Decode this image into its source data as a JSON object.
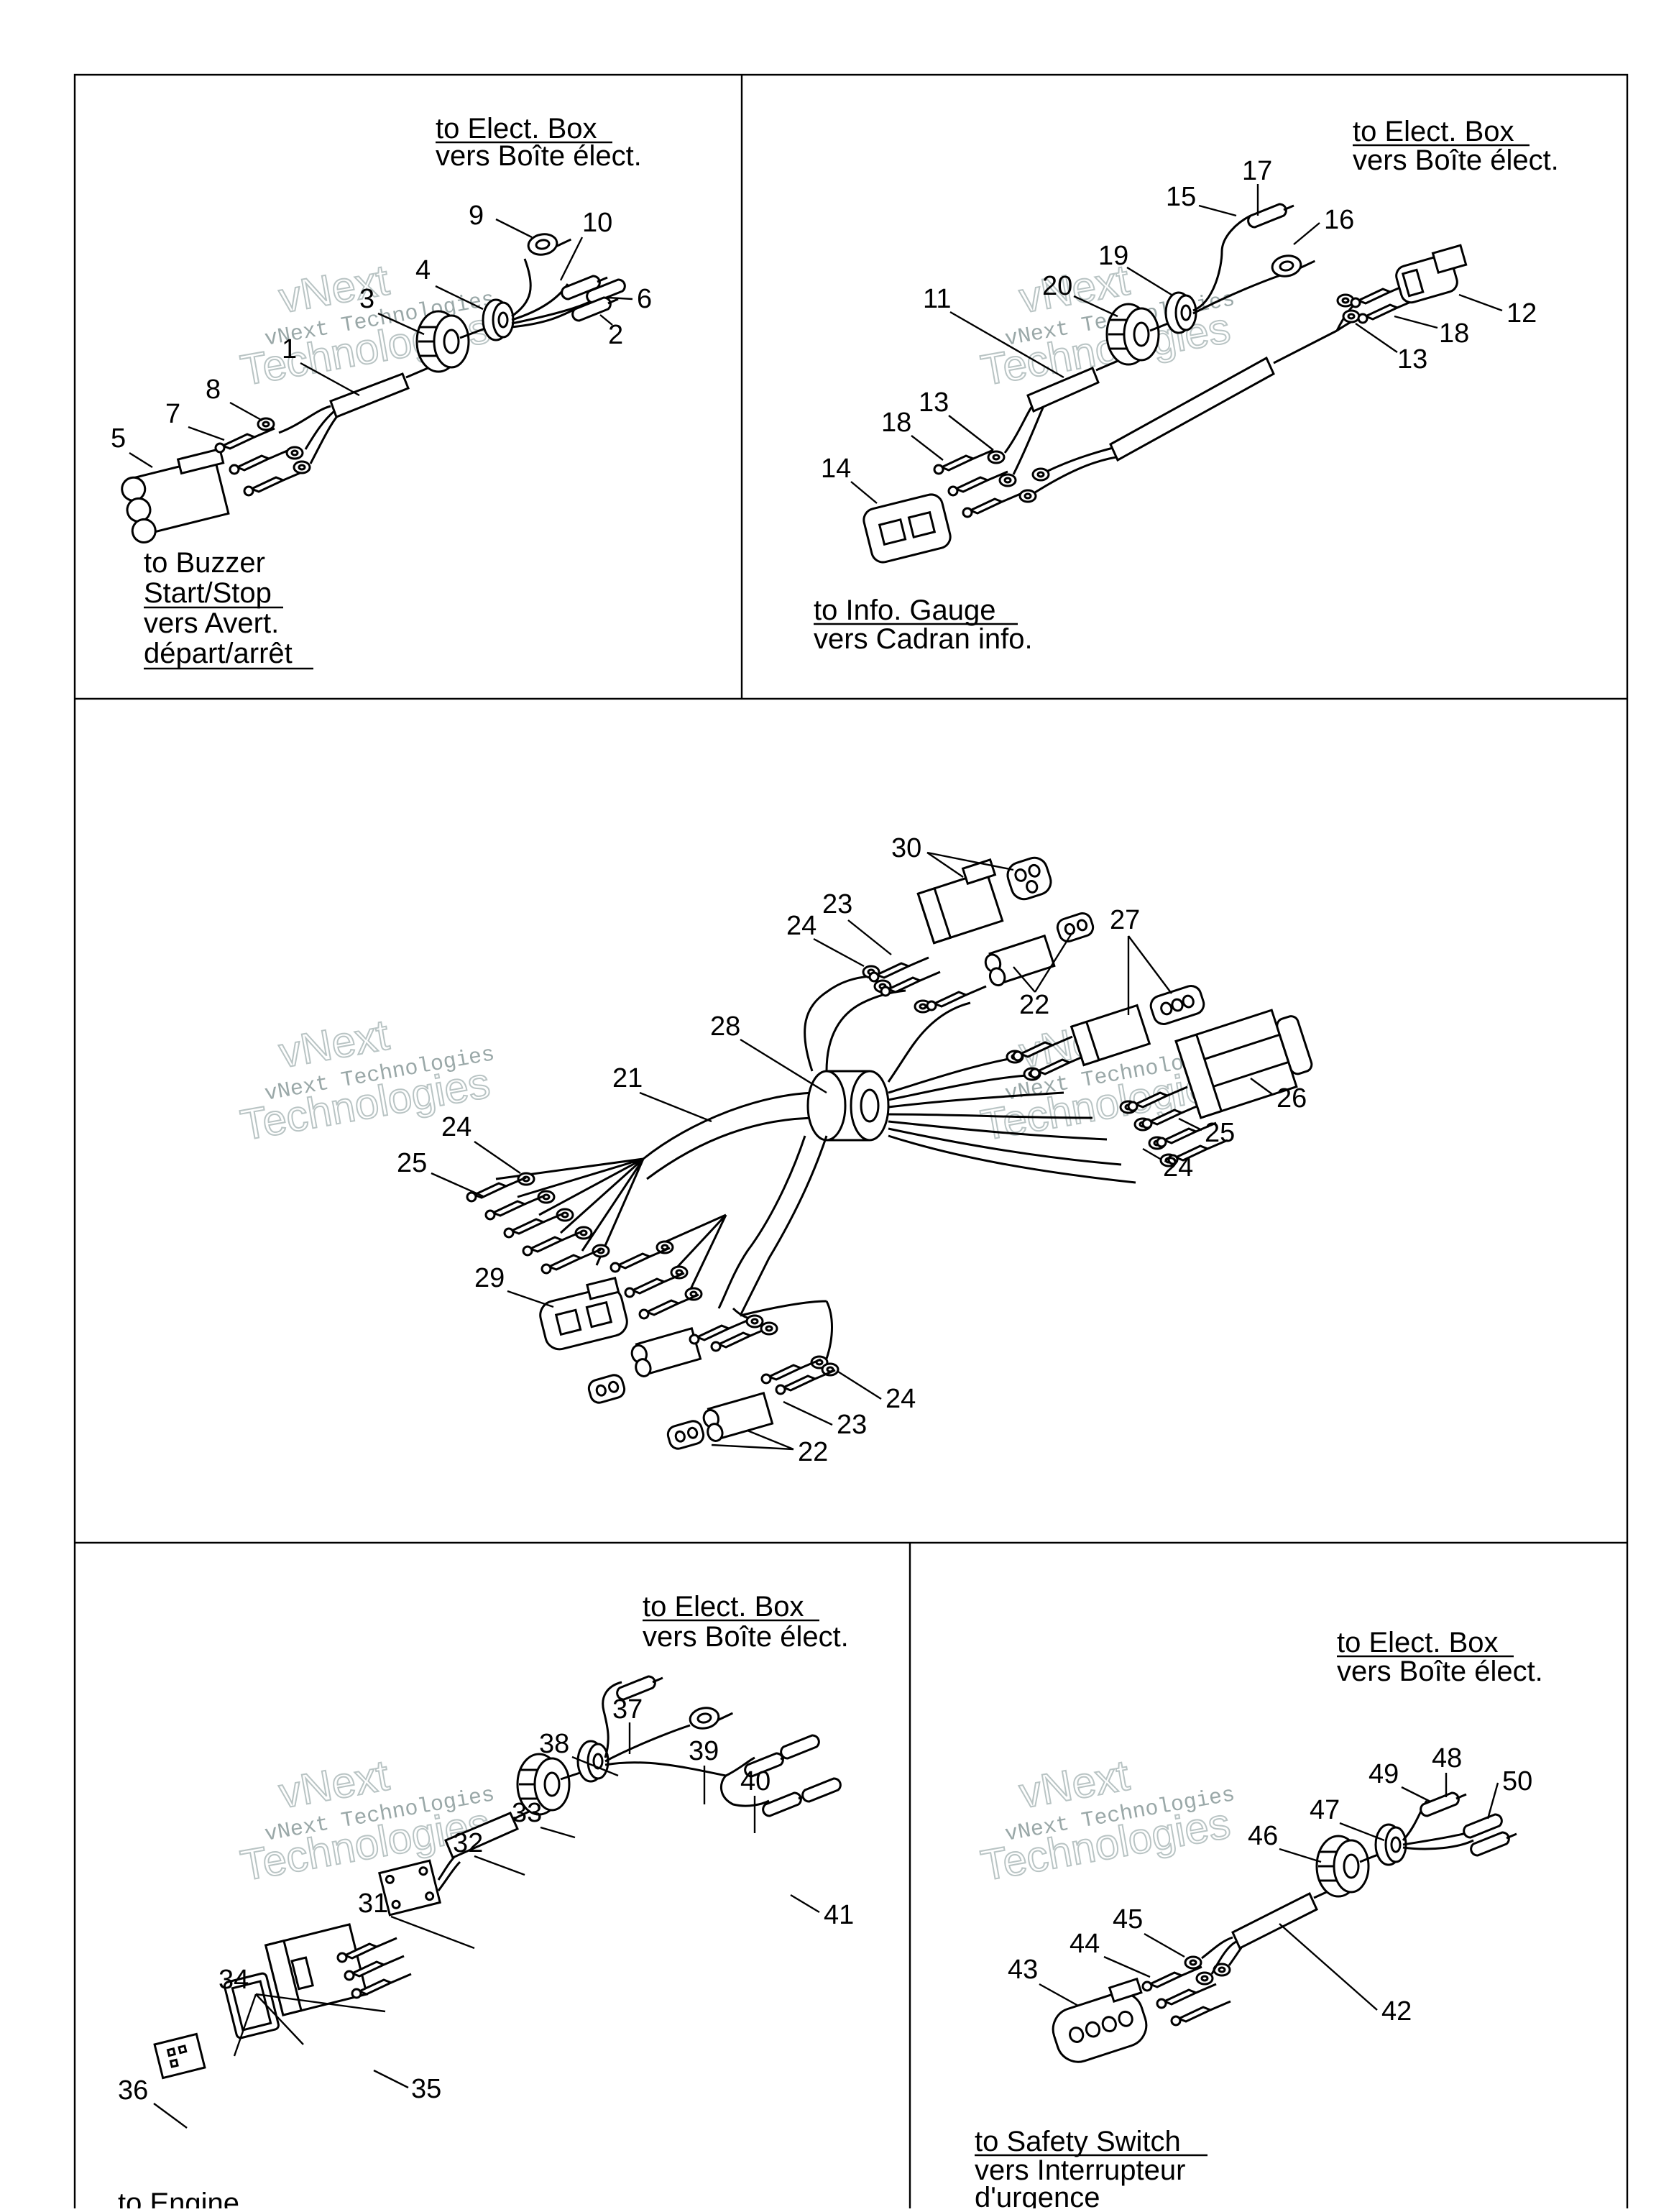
{
  "panels": {
    "p1": {
      "dest_top": {
        "line1": "to Elect. Box",
        "line2": "vers Boîte élect."
      },
      "dest_bottom": {
        "line1": "to Buzzer",
        "line2": "Start/Stop",
        "line3": "vers Avert.",
        "line4": "départ/arrêt"
      },
      "callouts": [
        "9",
        "10",
        "4",
        "3",
        "6",
        "2",
        "1",
        "8",
        "7",
        "5"
      ]
    },
    "p2": {
      "dest_top": {
        "line1": "to Elect. Box",
        "line2": "vers Boîte élect."
      },
      "dest_bottom": {
        "line1": "to Info. Gauge",
        "line2": "vers Cadran info."
      },
      "callouts": [
        "17",
        "15",
        "16",
        "19",
        "20",
        "11",
        "12",
        "18",
        "13",
        "13",
        "18",
        "14"
      ]
    },
    "p3": {
      "callouts": [
        "30",
        "23",
        "24",
        "27",
        "22",
        "28",
        "21",
        "24",
        "25",
        "26",
        "25",
        "24",
        "29",
        "24",
        "23",
        "22"
      ]
    },
    "p4": {
      "dest_top": {
        "line1": "to Elect. Box",
        "line2": "vers Boîte élect."
      },
      "dest_bottom": {
        "line1": "to Engine"
      },
      "callouts": [
        "37",
        "38",
        "39",
        "40",
        "33",
        "32",
        "31",
        "41",
        "34",
        "35",
        "36"
      ]
    },
    "p5": {
      "dest_top": {
        "line1": "to Elect. Box",
        "line2": "vers Boîte élect."
      },
      "dest_bottom": {
        "line1": "to Safety Switch",
        "line2": "vers Interrupteur",
        "line3": "d'urgence"
      },
      "callouts": [
        "48",
        "49",
        "50",
        "47",
        "46",
        "45",
        "44",
        "43",
        "42"
      ]
    }
  },
  "watermark": {
    "line1": "vNext Technologies",
    "big1": "vNext",
    "big2": "Technologies"
  }
}
